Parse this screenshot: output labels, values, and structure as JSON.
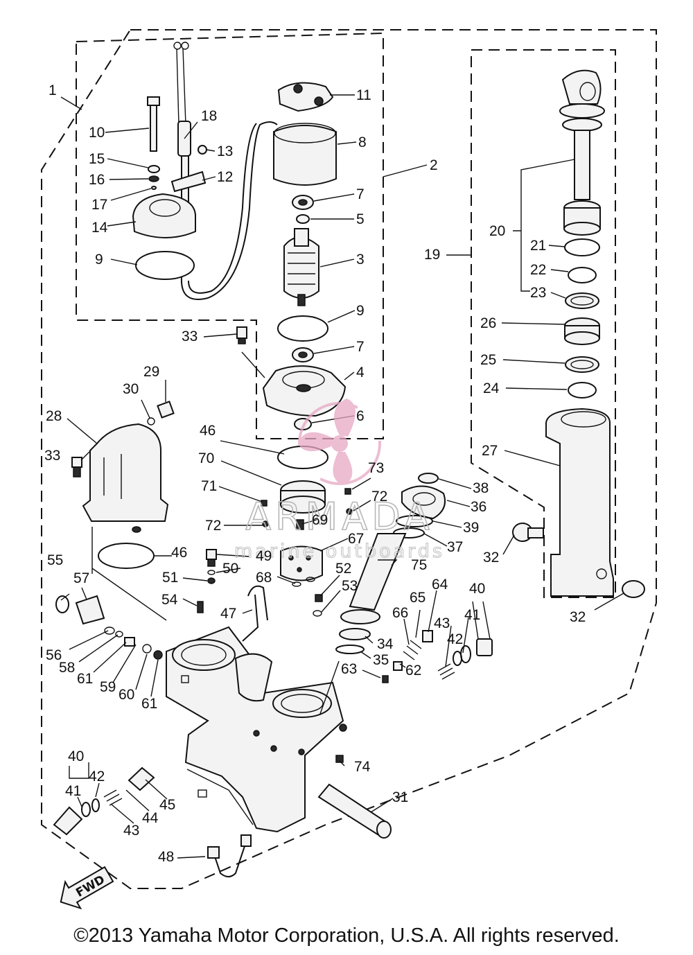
{
  "diagram": {
    "callouts": [
      {
        "id": "p1",
        "text": "1"
      },
      {
        "id": "p2",
        "text": "2"
      },
      {
        "id": "p3",
        "text": "3"
      },
      {
        "id": "p4",
        "text": "4"
      },
      {
        "id": "p5",
        "text": "5"
      },
      {
        "id": "p6",
        "text": "6"
      },
      {
        "id": "p7a",
        "text": "7"
      },
      {
        "id": "p7b",
        "text": "7"
      },
      {
        "id": "p8",
        "text": "8"
      },
      {
        "id": "p9a",
        "text": "9"
      },
      {
        "id": "p9b",
        "text": "9"
      },
      {
        "id": "p10",
        "text": "10"
      },
      {
        "id": "p11",
        "text": "11"
      },
      {
        "id": "p12",
        "text": "12"
      },
      {
        "id": "p13",
        "text": "13"
      },
      {
        "id": "p14",
        "text": "14"
      },
      {
        "id": "p15",
        "text": "15"
      },
      {
        "id": "p16",
        "text": "16"
      },
      {
        "id": "p17",
        "text": "17"
      },
      {
        "id": "p18",
        "text": "18"
      },
      {
        "id": "p19",
        "text": "19"
      },
      {
        "id": "p20",
        "text": "20"
      },
      {
        "id": "p21",
        "text": "21"
      },
      {
        "id": "p22",
        "text": "22"
      },
      {
        "id": "p23",
        "text": "23"
      },
      {
        "id": "p24",
        "text": "24"
      },
      {
        "id": "p25",
        "text": "25"
      },
      {
        "id": "p26",
        "text": "26"
      },
      {
        "id": "p27",
        "text": "27"
      },
      {
        "id": "p28",
        "text": "28"
      },
      {
        "id": "p29",
        "text": "29"
      },
      {
        "id": "p30",
        "text": "30"
      },
      {
        "id": "p31",
        "text": "31"
      },
      {
        "id": "p32a",
        "text": "32"
      },
      {
        "id": "p32b",
        "text": "32"
      },
      {
        "id": "p33a",
        "text": "33"
      },
      {
        "id": "p33b",
        "text": "33"
      },
      {
        "id": "p34",
        "text": "34"
      },
      {
        "id": "p35",
        "text": "35"
      },
      {
        "id": "p36",
        "text": "36"
      },
      {
        "id": "p37",
        "text": "37"
      },
      {
        "id": "p38",
        "text": "38"
      },
      {
        "id": "p39",
        "text": "39"
      },
      {
        "id": "p40a",
        "text": "40"
      },
      {
        "id": "p40b",
        "text": "40"
      },
      {
        "id": "p41a",
        "text": "41"
      },
      {
        "id": "p41b",
        "text": "41"
      },
      {
        "id": "p42a",
        "text": "42"
      },
      {
        "id": "p42b",
        "text": "42"
      },
      {
        "id": "p43a",
        "text": "43"
      },
      {
        "id": "p43b",
        "text": "43"
      },
      {
        "id": "p44",
        "text": "44"
      },
      {
        "id": "p45",
        "text": "45"
      },
      {
        "id": "p46a",
        "text": "46"
      },
      {
        "id": "p46b",
        "text": "46"
      },
      {
        "id": "p47",
        "text": "47"
      },
      {
        "id": "p48",
        "text": "48"
      },
      {
        "id": "p49",
        "text": "49"
      },
      {
        "id": "p50",
        "text": "50"
      },
      {
        "id": "p51",
        "text": "51"
      },
      {
        "id": "p52",
        "text": "52"
      },
      {
        "id": "p53",
        "text": "53"
      },
      {
        "id": "p54",
        "text": "54"
      },
      {
        "id": "p55",
        "text": "55"
      },
      {
        "id": "p56",
        "text": "56"
      },
      {
        "id": "p57",
        "text": "57"
      },
      {
        "id": "p58",
        "text": "58"
      },
      {
        "id": "p59",
        "text": "59"
      },
      {
        "id": "p60",
        "text": "60"
      },
      {
        "id": "p61a",
        "text": "61"
      },
      {
        "id": "p61b",
        "text": "61"
      },
      {
        "id": "p62",
        "text": "62"
      },
      {
        "id": "p63",
        "text": "63"
      },
      {
        "id": "p64",
        "text": "64"
      },
      {
        "id": "p65",
        "text": "65"
      },
      {
        "id": "p66",
        "text": "66"
      },
      {
        "id": "p67",
        "text": "67"
      },
      {
        "id": "p68",
        "text": "68"
      },
      {
        "id": "p69",
        "text": "69"
      },
      {
        "id": "p70",
        "text": "70"
      },
      {
        "id": "p71",
        "text": "71"
      },
      {
        "id": "p72a",
        "text": "72"
      },
      {
        "id": "p72b",
        "text": "72"
      },
      {
        "id": "p73",
        "text": "73"
      },
      {
        "id": "p74",
        "text": "74"
      },
      {
        "id": "p75",
        "text": "75"
      }
    ],
    "direction_marker": "FWD"
  },
  "watermark": {
    "brand": "ARMADA",
    "tagline": "marine outboards",
    "logo_color": "#e7a7c4"
  },
  "footer": {
    "copyright": "©2013 Yamaha Motor Corporation, U.S.A. All rights reserved."
  }
}
